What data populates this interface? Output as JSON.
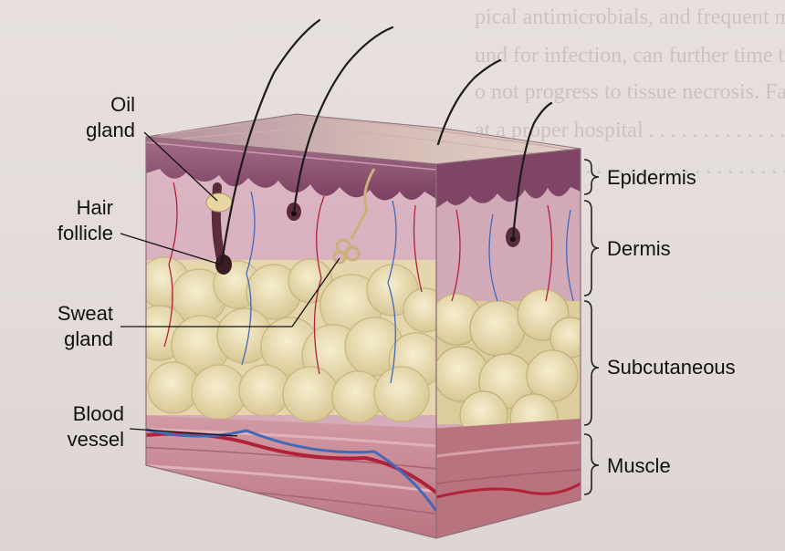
{
  "left_labels": [
    {
      "id": "oil",
      "lines": [
        "Oil",
        "gland"
      ]
    },
    {
      "id": "hair",
      "lines": [
        "Hair",
        "follicle"
      ]
    },
    {
      "id": "sweat",
      "lines": [
        "Sweat",
        "gland"
      ]
    },
    {
      "id": "blood",
      "lines": [
        "Blood",
        "vessel"
      ]
    }
  ],
  "layer_labels": [
    "Epidermis",
    "Dermis",
    "Subcutaneous",
    "Muscle"
  ],
  "background_text": [
    "pical antimicrobials, and frequent monitoring of the",
    "und for infection, can further time that damaged cells",
    "o not progress to tissue necrosis. Failure to remove",
    "at a proper hospital . . . . . . . . . . . . . . . .",
    "tissue in . . . . . . . . . . . . . . . . . . . . . . ."
  ],
  "colors": {
    "page_bg": "#e3dcd9",
    "epidermis": "#8a5370",
    "dermis": "#d8b0bf",
    "fat": "#eadfb6",
    "muscle": "#c98a95",
    "artery": "#b0223a",
    "vein": "#4468b8",
    "text": "#111111"
  }
}
